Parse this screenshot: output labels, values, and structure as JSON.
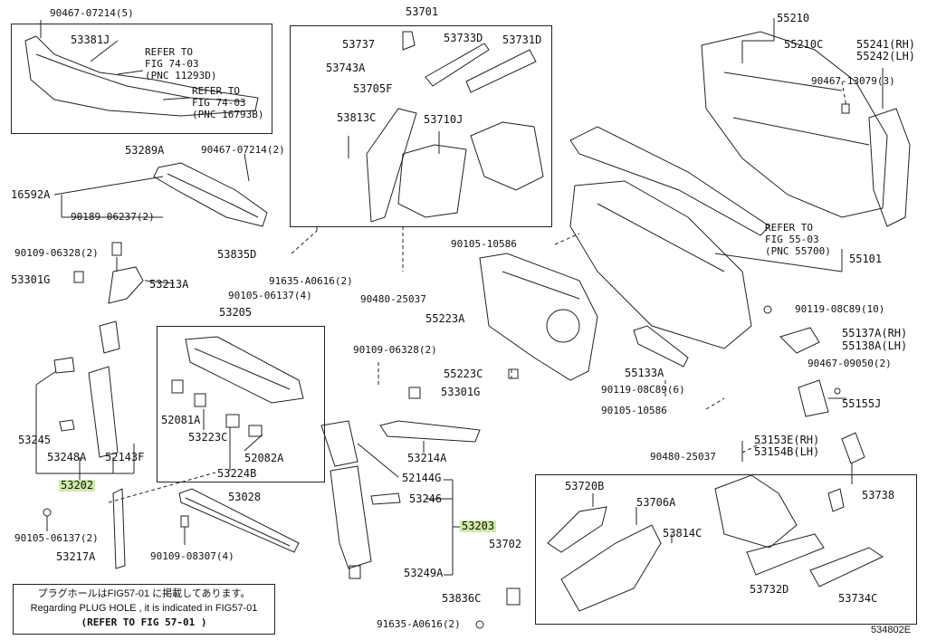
{
  "highlight_color": "#cfeaa6",
  "parts": {
    "p90467_07214_5": "90467-07214(5)",
    "p53381j": "53381J",
    "refer_11293d_a": "REFER TO",
    "refer_11293d_b": "FIG 74-03",
    "refer_11293d_c": "(PNC 11293D)",
    "refer_16793b_a": "REFER TO",
    "refer_16793b_b": "FIG 74-03",
    "refer_16793b_c": "(PNC 16793B)",
    "p53289a": "53289A",
    "p90467_07214_2": "90467-07214(2)",
    "p16592a": "16592A",
    "p90189_06237_2": "90189-06237(2)",
    "p90109_06328_2a": "90109-06328(2)",
    "p53301g_a": "53301G",
    "p53213a": "53213A",
    "p53245": "53245",
    "p53248a": "53248A",
    "p52143f": "52143F",
    "p53202": "53202",
    "p90105_06137_2": "90105-06137(2)",
    "p53217a": "53217A",
    "p53701": "53701",
    "p53737": "53737",
    "p53733d": "53733D",
    "p53731d": "53731D",
    "p53743a": "53743A",
    "p53705f": "53705F",
    "p53813c": "53813C",
    "p53710j": "53710J",
    "p53835d": "53835D",
    "p91635_a0616_2a": "91635-A0616(2)",
    "p90105_06137_4": "90105-06137(4)",
    "p53205": "53205",
    "p52081a": "52081A",
    "p53223c": "53223C",
    "p52082a": "52082A",
    "p53224b": "53224B",
    "p53028": "53028",
    "p90109_08307_4": "90109-08307(4)",
    "p90105_10586_a": "90105-10586",
    "p90480_25037_a": "90480-25037",
    "p55223a": "55223A",
    "p90109_06328_2b": "90109-06328(2)",
    "p55223c": "55223C",
    "p53301g_b": "53301G",
    "p53214a": "53214A",
    "p52144g": "52144G",
    "p53246": "53246",
    "p53203": "53203",
    "p53249a": "53249A",
    "p55210": "55210",
    "p55210c": "55210C",
    "p55241rh": "55241(RH)",
    "p55242lh": "55242(LH)",
    "p90467_13079_3": "90467-13079(3)",
    "refer_55700_a": "REFER TO",
    "refer_55700_b": "FIG 55-03",
    "refer_55700_c": "(PNC 55700)",
    "p55101": "55101",
    "p90119_08c89_10": "90119-08C89(10)",
    "p55137a": "55137A(RH)",
    "p55138a": "55138A(LH)",
    "p90467_09050_2": "90467-09050(2)",
    "p55133a": "55133A",
    "p90119_08c89_6": "90119-08C89(6)",
    "p55155j": "55155J",
    "p90105_10586_b": "90105-10586",
    "p90480_25037_b": "90480-25037",
    "p53153e": "53153E(RH)",
    "p53154b": "53154B(LH)",
    "p53720b": "53720B",
    "p53706a": "53706A",
    "p53738": "53738",
    "p53702": "53702",
    "p53814c": "53814C",
    "p53732d": "53732D",
    "p53734c": "53734C",
    "p53836c": "53836C",
    "p91635_a0616_2b": "91635-A0616(2)"
  },
  "note": {
    "line1": "プラグホールはFIG57-01 に掲載してあります。",
    "line2": "Regarding PLUG HOLE , it is indicated in FIG57-01",
    "line3": "(REFER TO FIG 57-01 )"
  },
  "figure_number": "534802E"
}
